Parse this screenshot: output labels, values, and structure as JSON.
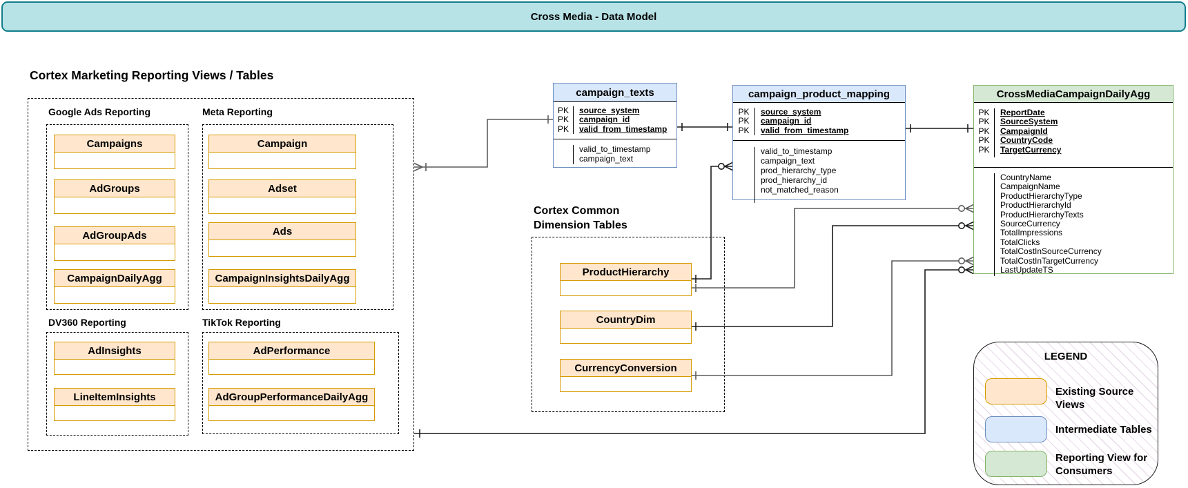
{
  "banner": {
    "title": "Cross Media - Data Model"
  },
  "section_title": "Cortex Marketing Reporting Views / Tables",
  "groups": [
    {
      "label": "Google Ads Reporting",
      "entities": [
        "Campaigns",
        "AdGroups",
        "AdGroupAds",
        "CampaignDailyAgg"
      ]
    },
    {
      "label": "Meta Reporting",
      "entities": [
        "Campaign",
        "Adset",
        "Ads",
        "CampaignInsightsDailyAgg"
      ]
    },
    {
      "label": "DV360 Reporting",
      "entities": [
        "AdInsights",
        "LineItemInsights"
      ]
    },
    {
      "label": "TikTok Reporting",
      "entities": [
        "AdPerformance",
        "AdGroupPerformanceDailyAgg"
      ]
    }
  ],
  "dimension_section": {
    "title_line1": "Cortex Common",
    "title_line2": "Dimension Tables",
    "entities": [
      "ProductHierarchy",
      "CountryDim",
      "CurrencyConversion"
    ]
  },
  "tables": {
    "campaign_texts": {
      "title": "campaign_texts",
      "pk_label": "PK",
      "pk_fields": [
        "source_system",
        "campaign_id",
        "valid_from_timestamp"
      ],
      "fields": [
        "valid_to_timestamp",
        "campaign_text"
      ]
    },
    "campaign_product_mapping": {
      "title": "campaign_product_mapping",
      "pk_label": "PK",
      "pk_fields": [
        "source_system",
        "campaign_id",
        "valid_from_timestamp"
      ],
      "fields": [
        "valid_to_timestamp",
        "campaign_text",
        "prod_hierarchy_type",
        "prod_hierarchy_id",
        "not_matched_reason"
      ]
    },
    "cross_media": {
      "title": "CrossMediaCampaignDailyAgg",
      "pk_label": "PK",
      "pk_fields": [
        "ReportDate",
        "SourceSystem",
        "CampaignId",
        "CountryCode",
        "TargetCurrency"
      ],
      "fields": [
        "CountryName",
        "CampaignName",
        "ProductHierarchyType",
        "ProductHierarchyId",
        "ProductHierarchyTexts",
        "SourceCurrency",
        "TotalImpressions",
        "TotalClicks",
        "TotalCostInSourceCurrency",
        "TotalCostInTargetCurrency",
        "LastUpdateTS"
      ]
    }
  },
  "legend": {
    "title": "LEGEND",
    "items": [
      {
        "label": "Existing Source Views",
        "fill": "#ffe6cc",
        "border": "#d79b00"
      },
      {
        "label": "Intermediate Tables",
        "fill": "#dae8fc",
        "border": "#6c8ebf"
      },
      {
        "label": "Reporting View for Consumers",
        "fill": "#d5e8d4",
        "border": "#82b366"
      }
    ]
  },
  "colors": {
    "banner_fill": "#b7e2e6",
    "banner_border": "#117e8a",
    "source_fill": "#ffe6cc",
    "source_border": "#d79b00",
    "intermediate_fill": "#dae8fc",
    "intermediate_border": "#6c8ebf",
    "reporting_fill": "#d5e8d4",
    "reporting_border": "#82b366"
  }
}
